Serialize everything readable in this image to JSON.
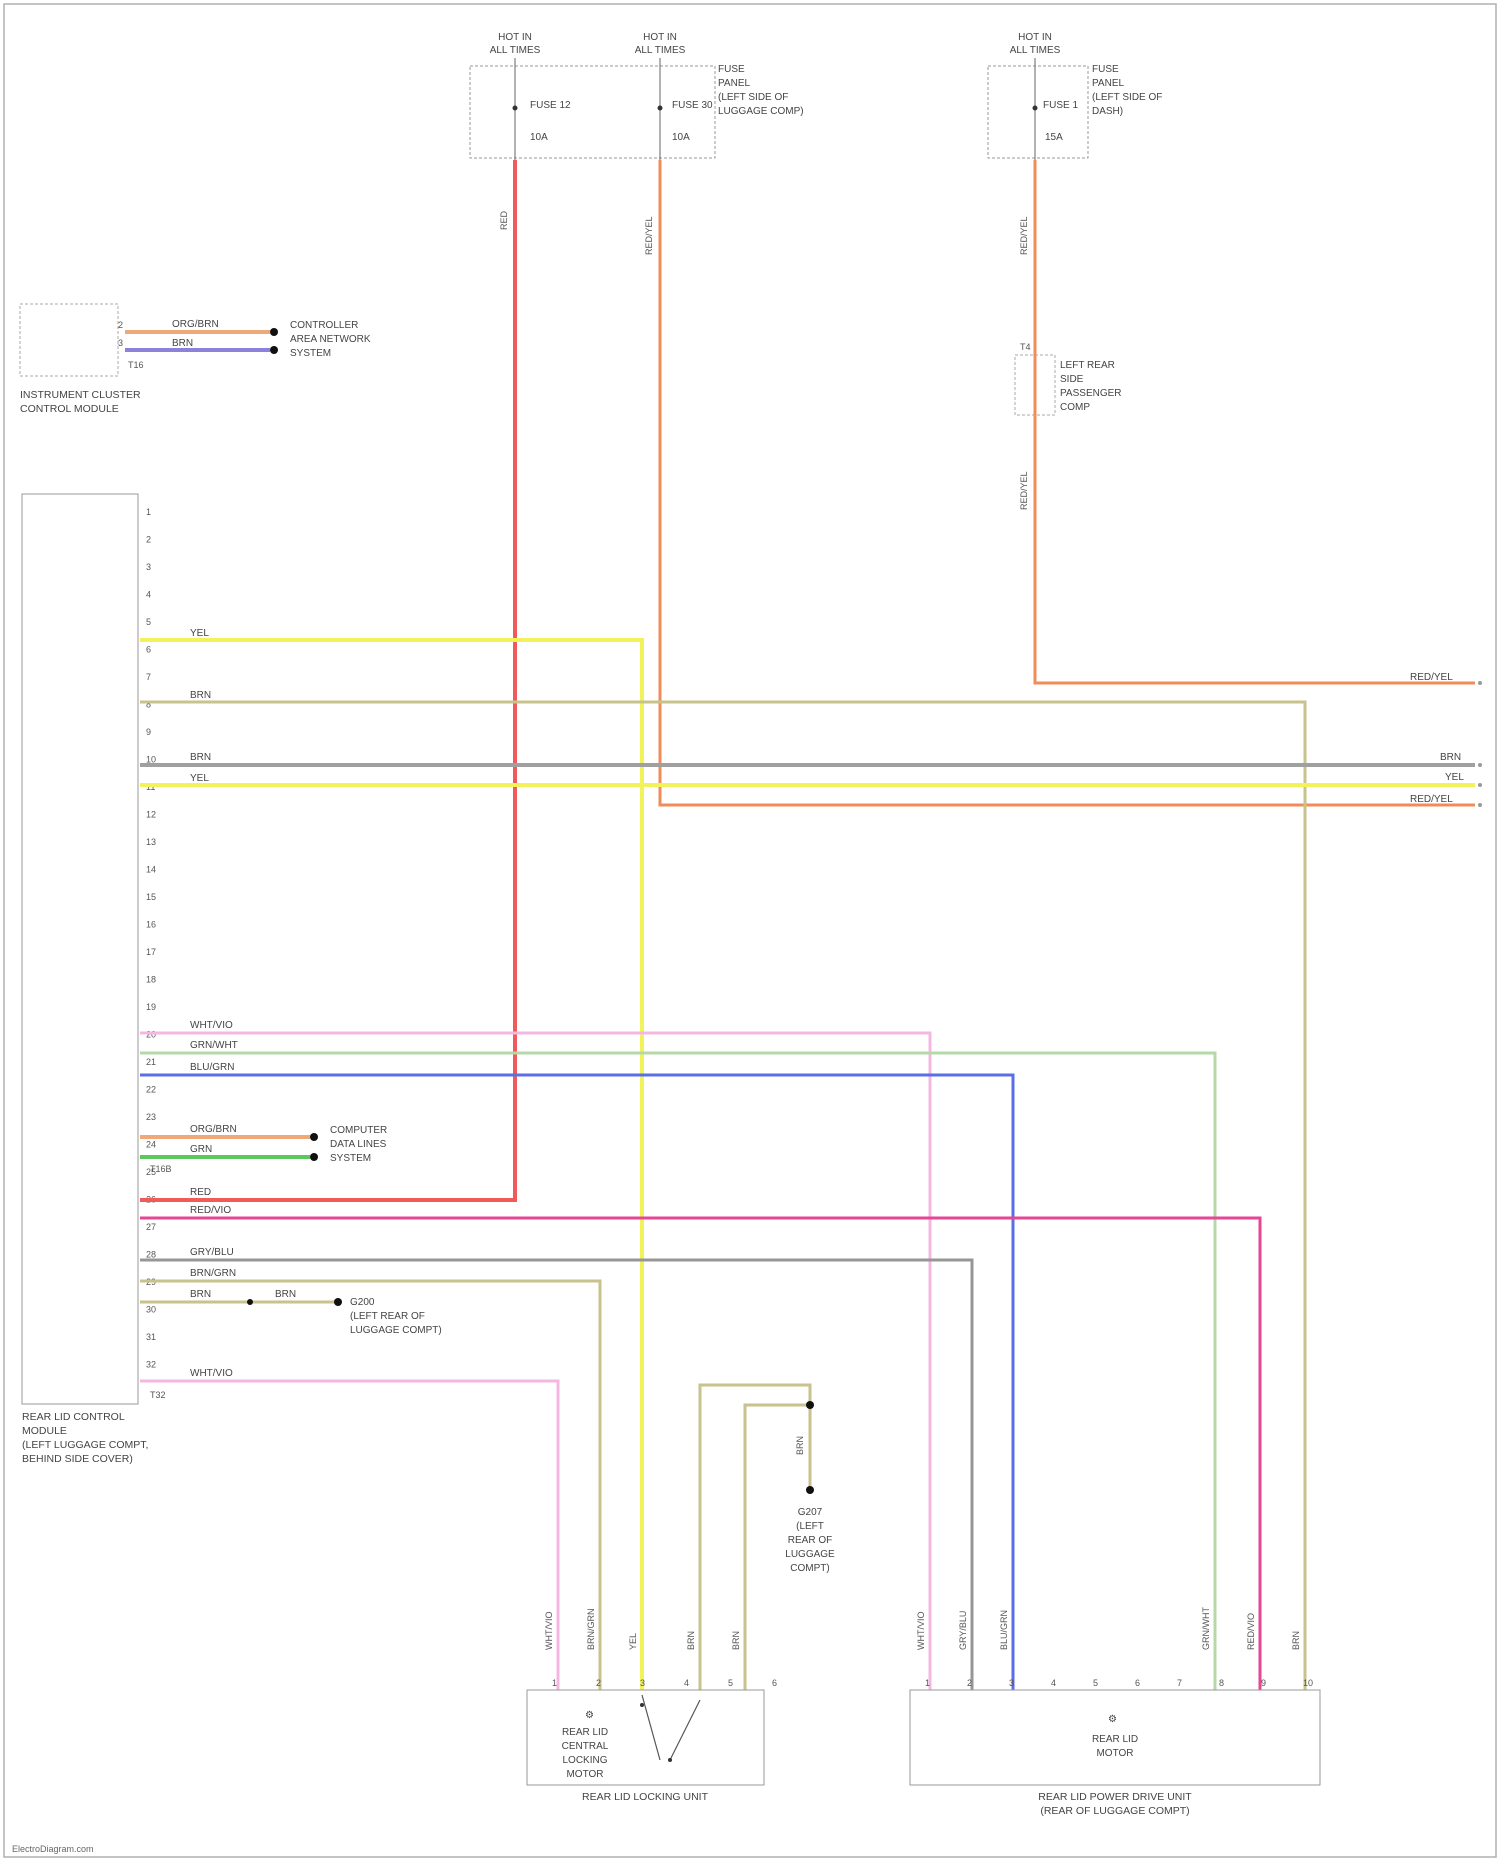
{
  "colors": {
    "red": "#f05a5a",
    "orange": "#f08c5a",
    "yellow": "#f2f25a",
    "tan": "#c8c28c",
    "gray": "#a0a0a0",
    "pink": "#f09ad2",
    "lightgreen": "#b4d8a8",
    "blue": "#5a6ee6",
    "green": "#5ac85a",
    "magenta": "#e64696",
    "violet": "#8c82dc",
    "gray2": "#969696",
    "border": "#888888"
  },
  "fuse_boxes": {
    "left_box": {
      "hot_a": [
        "HOT IN",
        "ALL TIMES"
      ],
      "hot_b": [
        "HOT IN",
        "ALL TIMES"
      ],
      "fuse_a": "FUSE 12",
      "fuse_a_amp": "10A",
      "fuse_b": "FUSE 30",
      "fuse_b_amp": "10A",
      "label": [
        "FUSE",
        "PANEL",
        "(LEFT SIDE OF",
        "LUGGAGE COMP)"
      ]
    },
    "right_box": {
      "hot": [
        "HOT IN",
        "ALL TIMES"
      ],
      "fuse": "FUSE 1",
      "fuse_amp": "15A",
      "label": [
        "FUSE",
        "PANEL",
        "(LEFT SIDE OF",
        "DASH)"
      ]
    }
  },
  "instrument_cluster": {
    "label": [
      "INSTRUMENT CLUSTER",
      "CONTROL MODULE"
    ],
    "wire_a": "ORG/BRN",
    "wire_b": "BRN",
    "tag": "T16",
    "dest": [
      "CONTROLLER",
      "AREA NETWORK",
      "SYSTEM"
    ]
  },
  "vertical_labels": {
    "w_left": "RED",
    "w_mid": "RED/YEL",
    "w_right_top": "RED/YEL",
    "w_right_bottom": "RED/YEL"
  },
  "inline_connector": {
    "label": [
      "LEFT REAR",
      "SIDE",
      "PASSENGER",
      "COMP"
    ],
    "tag": "T4"
  },
  "bus_labels": {
    "yel": "YEL",
    "brn_a": "BRN",
    "brn_b": "BRN",
    "yel_b": "YEL",
    "end_redyel_top": "RED/YEL",
    "end_brn": "BRN",
    "end_yel": "YEL",
    "end_redyel_bottom": "RED/YEL"
  },
  "module": {
    "label": [
      "REAR LID CONTROL",
      "MODULE",
      "(LEFT LUGGAGE COMPT,",
      "BEHIND SIDE COVER)"
    ],
    "tag": "T32",
    "pins_top": [
      "1",
      "2",
      "3",
      "4",
      "5",
      "6",
      "7",
      "8",
      "9",
      "10",
      "11",
      "12",
      "13",
      "14",
      "15",
      "16",
      "17",
      "18",
      "19",
      "20",
      "21",
      "22",
      "23",
      "24",
      "25",
      "26",
      "27",
      "28",
      "29",
      "30",
      "31",
      "32"
    ],
    "lower_wires": {
      "pink": "WHT/VIO",
      "lightgreen": "GRN/WHT",
      "blue": "BLU/GRN",
      "can_a": "ORG/BRN",
      "can_b": "GRN",
      "can_tag": "T16B",
      "red": "RED",
      "magenta": "RED/VIO",
      "gray": "GRY/BLU",
      "tan": "BRN/GRN",
      "brn": "BRN",
      "brn2": "BRN",
      "pink2": "WHT/VIO"
    },
    "can_dest": [
      "COMPUTER",
      "DATA LINES",
      "SYSTEM"
    ],
    "ground_dest": [
      "G200",
      "(LEFT REAR OF",
      "LUGGAGE COMPT)"
    ]
  },
  "latch": {
    "label": [
      "REAR LID LOCKING UNIT"
    ],
    "inner": [
      "REAR LID",
      "CENTRAL",
      "LOCKING",
      "MOTOR"
    ],
    "pins": [
      "1",
      "2",
      "3",
      "4",
      "5",
      "6"
    ],
    "ground": [
      "G207",
      "(LEFT",
      "REAR OF",
      "LUGGAGE",
      "COMPT)"
    ],
    "ground_wire": "BRN"
  },
  "motor": {
    "label": [
      "REAR LID POWER DRIVE UNIT",
      "(REAR OF LUGGAGE COMPT)"
    ],
    "inner": [
      "REAR LID",
      "MOTOR"
    ],
    "pins": [
      "1",
      "2",
      "3",
      "4",
      "5",
      "6",
      "7",
      "8",
      "9",
      "10"
    ],
    "wire_labels": [
      "WHT/VIO",
      "GRY/BLU",
      "BLU/GRN",
      "GRN/WHT",
      "RED/VIO",
      "BRN"
    ]
  },
  "latch_wire_labels": [
    "WHT/VIO",
    "BRN/GRN",
    "YEL",
    "BRN",
    "BRN"
  ],
  "footer": "ElectroDiagram.com"
}
